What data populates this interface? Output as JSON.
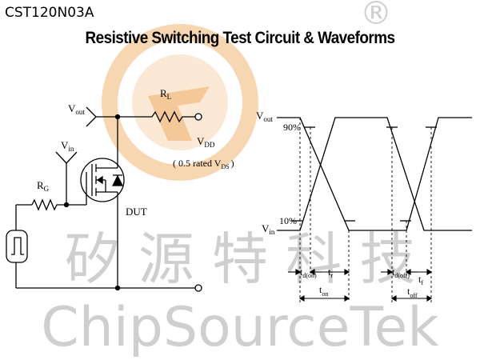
{
  "header": {
    "part_number": "CST120N03A",
    "title": "Resistive Switching Test Circuit  &  Waveforms"
  },
  "watermark": {
    "registered_mark": "®",
    "chinese_text": "矽 源 特 科 技",
    "latin_text": "ChipSourceTek"
  },
  "circuit": {
    "vout_label": "V",
    "vout_sub": "out",
    "vin_label": "V",
    "vin_sub": "in",
    "rl_label": "R",
    "rl_sub": "L",
    "rg_label": "R",
    "rg_sub": "G",
    "vdd_label": "V",
    "vdd_sub": "DD",
    "vdd_note_pre": "( 0.5 rated V",
    "vdd_note_sub": "DS",
    "vdd_note_post": ")",
    "dut_label": "DUT"
  },
  "waveform": {
    "vout_label": "V",
    "vout_sub": "out",
    "vin_label": "V",
    "vin_sub": "in",
    "pct_90": "90%",
    "pct_10": "10%",
    "td_on": "t",
    "td_on_sub": "d(on)",
    "tr": "t",
    "tr_sub": "r",
    "ton": "t",
    "ton_sub": "on",
    "td_off": "t",
    "td_off_sub": "d(off)",
    "tf": "t",
    "tf_sub": "f",
    "toff": "t",
    "toff_sub": "off"
  },
  "colors": {
    "logo_orange": "#f5c89a",
    "logo_inner": "#fbe6cf",
    "watermark_gray": "#cfcfcf",
    "line": "#000000"
  }
}
